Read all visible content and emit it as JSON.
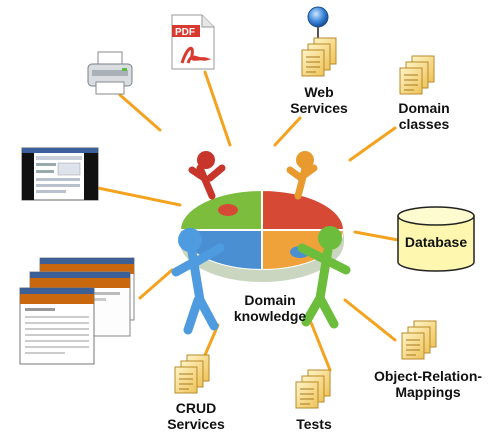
{
  "diagram": {
    "center": {
      "line1": "Domain",
      "line2": "knowledge"
    },
    "nodes": {
      "web_services": {
        "line1": "Web",
        "line2": "Services"
      },
      "domain_classes": {
        "line1": "Domain",
        "line2": "classes"
      },
      "database": {
        "label": "Database"
      },
      "orm": {
        "line1": "Object-Relation-",
        "line2": "Mappings"
      },
      "tests": {
        "label": "Tests"
      },
      "crud": {
        "line1": "CRUD",
        "line2": "Services"
      }
    },
    "icons": [
      "printer-icon",
      "pdf-icon",
      "globe-icon",
      "document-stack-icon",
      "database-cylinder-icon",
      "screenshot-window-icon",
      "browser-windows-icon",
      "puzzle-figures-icon"
    ],
    "colors": {
      "connector": "#f5a21f",
      "puzzle_green": "#7cbd3d",
      "puzzle_blue": "#4a8fd1",
      "puzzle_red": "#d64a35",
      "puzzle_orange": "#f0a23a",
      "database_fill": "#fdf7b0",
      "doc_fill": "#f7d574"
    },
    "pdf_tag": "PDF"
  }
}
